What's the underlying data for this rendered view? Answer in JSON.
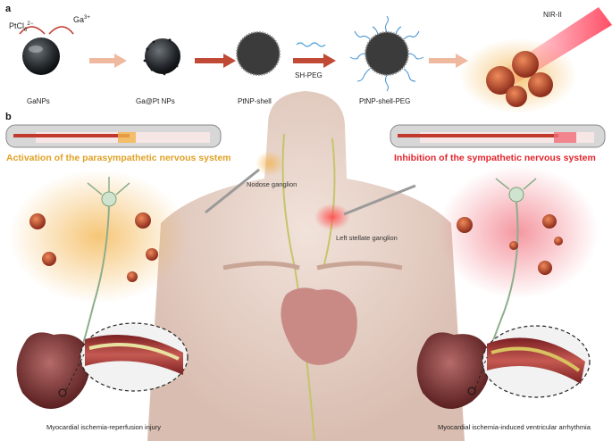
{
  "panel_a": {
    "label": "a",
    "reagent_pt": "PtCl",
    "reagent_pt_sub": "6",
    "reagent_pt_sup": "2−",
    "reagent_ga": "Ga",
    "reagent_ga_sup": "3+",
    "step1": "GaNPs",
    "step2": "Ga@Pt NPs",
    "step3": "PtNP-shell",
    "step4": "PtNP-shell-PEG",
    "arrow_label": "SH-PEG",
    "nir_label": "NIR-II"
  },
  "panel_b": {
    "label": "b",
    "left_title": "Activation of the parasympathetic nervous system",
    "right_title": "Inhibition of the sympathetic nervous system",
    "nodose_label": "Nodose ganglion",
    "stellate_label": "Left stellate ganglion",
    "left_caption": "Myocardial ischemia-reperfusion injury",
    "right_caption": "Myocardial ischemia-induced ventricular arrhythmia"
  },
  "colors": {
    "orange_accent": "#e0a125",
    "red_accent": "#e3252c",
    "arrow_red": "#b8302a",
    "skin": "#e6cfc4"
  }
}
